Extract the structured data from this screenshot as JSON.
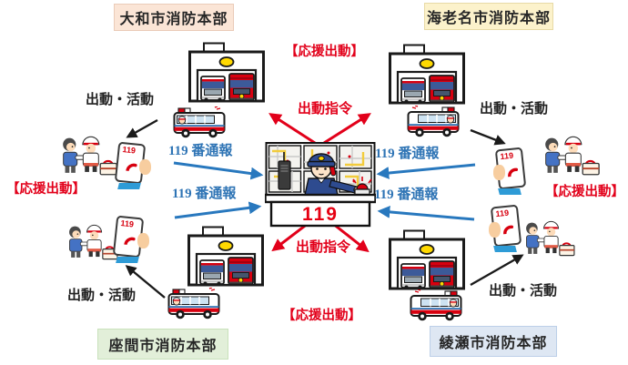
{
  "diagram": {
    "description": "fire-dispatch-cooperation-diagram",
    "labels": {
      "support_dispatch": "【応援出動】",
      "dispatch_order": "出動指令",
      "call_119": "119 番通報",
      "dispatch_activity": "出動・活動",
      "emergency_number": "119"
    },
    "departments": [
      {
        "name": "大和市消防本部",
        "position": "top-left",
        "bg": "#FBE5D6",
        "border": "#EACBB8"
      },
      {
        "name": "海老名市消防本部",
        "position": "top-right",
        "bg": "#FCF2CB",
        "border": "#E8DAA6"
      },
      {
        "name": "座間市消防本部",
        "position": "bottom-left",
        "bg": "#E2EFD9",
        "border": "#C9E2BB"
      },
      {
        "name": "綾瀬市消防本部",
        "position": "bottom-right",
        "bg": "#DEE7F3",
        "border": "#BCCFE8"
      }
    ],
    "colors": {
      "dispatch_order_red": "#E2001A",
      "call_blue": "#2878BE",
      "call_text_blue": "#2E74B5",
      "activity_black": "#1A1A1A",
      "desk_number_red": "#E60012"
    }
  }
}
